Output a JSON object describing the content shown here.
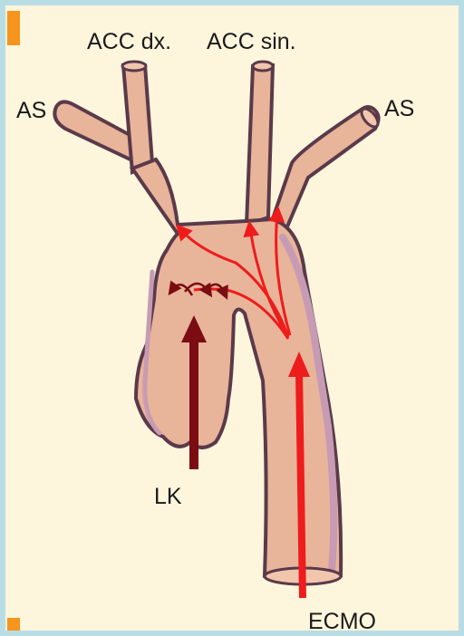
{
  "labels": {
    "acc_dx": "ACC dx.",
    "acc_sin": "ACC sin.",
    "as_left": "AS",
    "as_right": "AS",
    "lk": "LK",
    "ecmo": "ECMO"
  },
  "colors": {
    "background": "#fdf6dc",
    "frame": "#b9dde4",
    "vessel_fill": "#e8b49a",
    "vessel_outline": "#5a3a4a",
    "vessel_wall": "#c79bb3",
    "ecmo_flow": "#ee1c1c",
    "lk_flow": "#7a0c12",
    "marker": "#f7941d"
  }
}
